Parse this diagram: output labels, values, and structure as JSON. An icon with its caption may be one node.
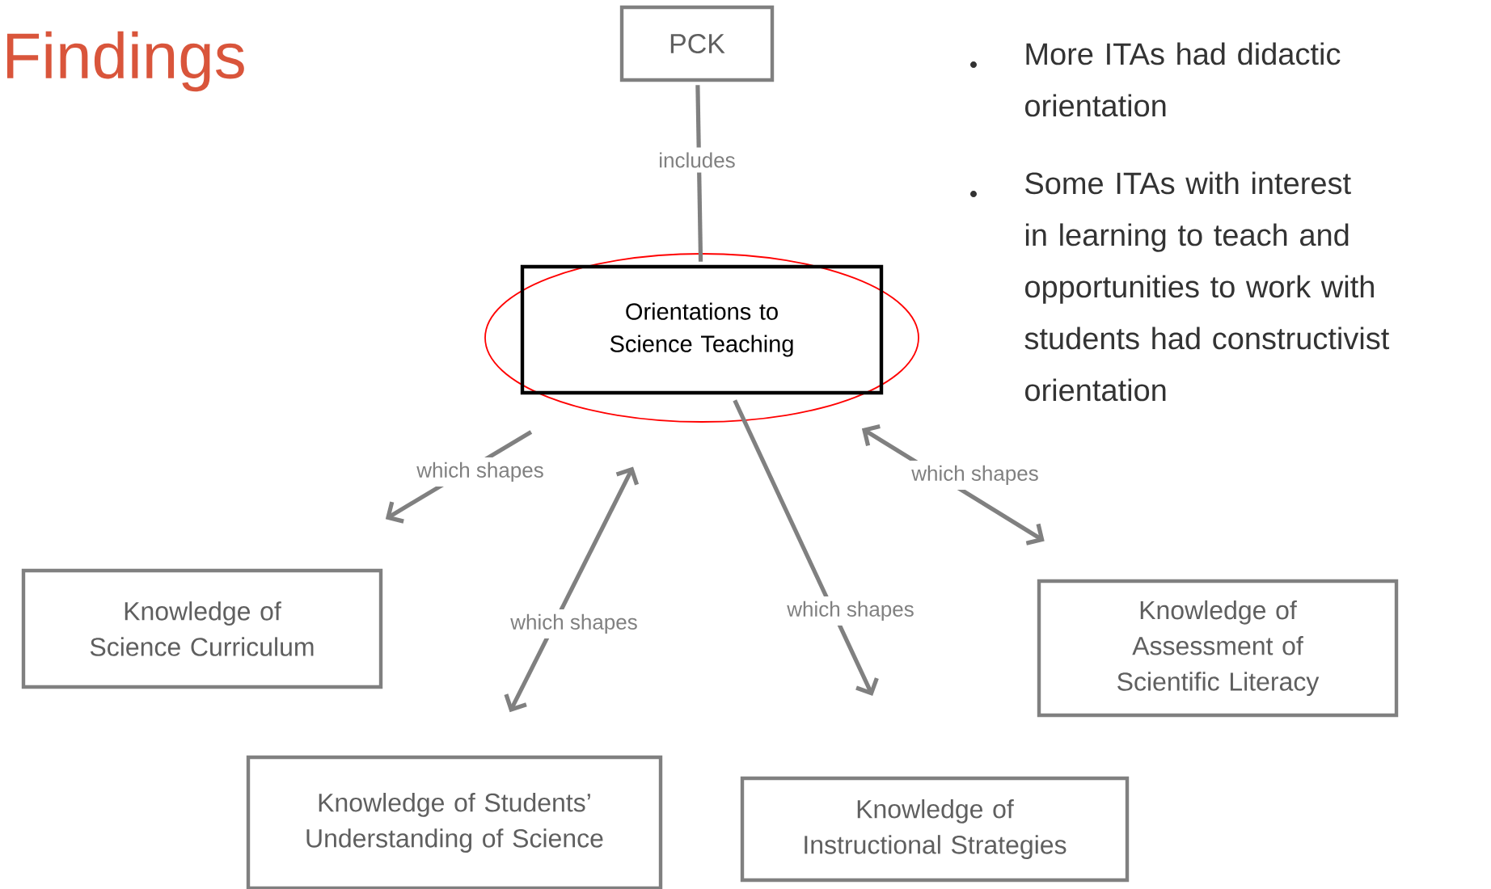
{
  "diagram": {
    "title": "Findings",
    "nodes": [
      {
        "text": [
          "PCK"
        ]
      },
      {
        "text": [
          "Orientations to Science Teaching"
        ]
      },
      {
        "text": [
          "Knowledge of Science Curriculum"
        ]
      },
      {
        "text": [
          "Knowledge of Students’ Understanding of Science"
        ]
      },
      {
        "text": [
          "Knowledge of Instructional Strategies"
        ]
      },
      {
        "text": [
          "Knowledge of Assessment of Scientific Literacy"
        ]
      }
    ],
    "edges": [
      {
        "from": 0,
        "to": 1,
        "arrow": "none",
        "label": "includes"
      },
      {
        "from": 1,
        "to": 2,
        "arrow": "to",
        "label": "which shapes"
      },
      {
        "from": 1,
        "to": 3,
        "arrow": "both",
        "label": "which shapes"
      },
      {
        "from": 1,
        "to": 4,
        "arrow": "to",
        "label": "which shapes"
      },
      {
        "from": 1,
        "to": 5,
        "arrow": "both",
        "label": "which shapes"
      }
    ],
    "labels": [
      "More ITAs had didactic orientation",
      "Some ITAs with interest in learning to teach and opportunities to work with students had constructivist orientation"
    ]
  }
}
